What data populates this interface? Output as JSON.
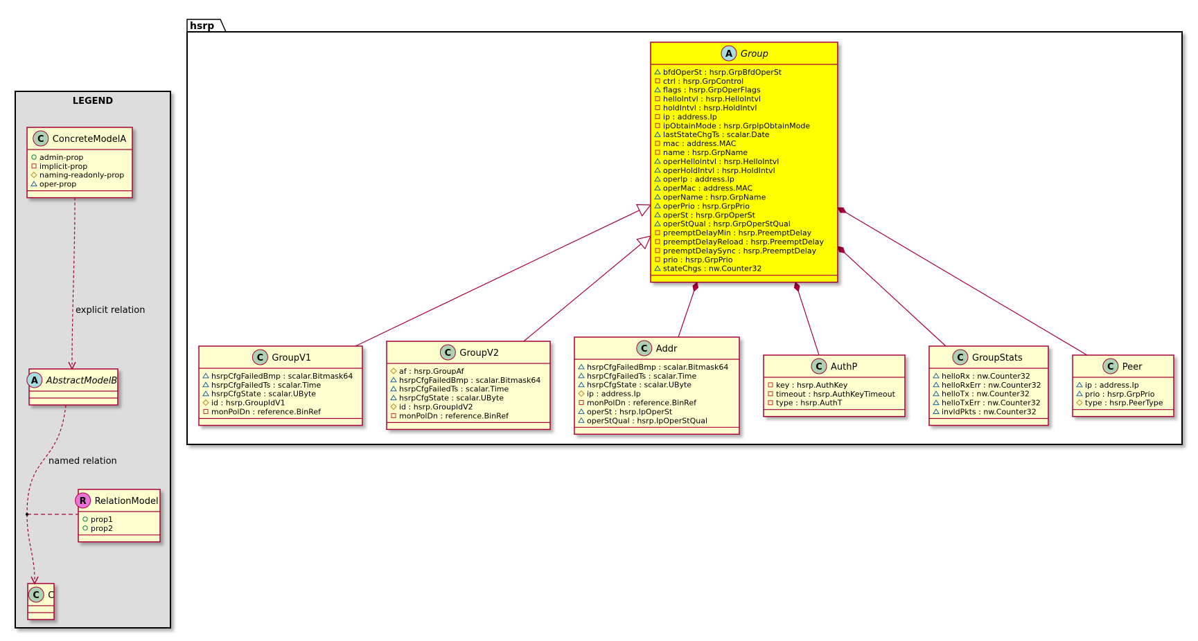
{
  "package": {
    "name": "hsrp"
  },
  "legend": {
    "title": "LEGEND",
    "classes": [
      {
        "id": "concrete",
        "stereo": "C",
        "name": "ConcreteModelA",
        "italic": false,
        "attrs": [
          {
            "vis": "+",
            "text": "admin-prop"
          },
          {
            "vis": "-",
            "text": "implicit-prop"
          },
          {
            "vis": "#",
            "text": "naming-readonly-prop"
          },
          {
            "vis": "~",
            "text": "oper-prop"
          }
        ]
      },
      {
        "id": "abstract",
        "stereo": "A",
        "name": "AbstractModelB",
        "italic": true,
        "attrs": []
      },
      {
        "id": "relmodel",
        "stereo": "R",
        "name": "RelationModel",
        "italic": false,
        "attrs": [
          {
            "vis": "+",
            "text": "prop1"
          },
          {
            "vis": "+",
            "text": "prop2"
          }
        ]
      },
      {
        "id": "c",
        "stereo": "C",
        "name": "C",
        "italic": false,
        "attrs": []
      }
    ],
    "relations": {
      "explicit": "explicit relation",
      "named": "named relation"
    }
  },
  "classes": [
    {
      "id": "group",
      "stereo": "A",
      "name": "Group",
      "italic": true,
      "fill": "#ffff00",
      "attrs": [
        {
          "vis": "~",
          "text": "bfdOperSt : hsrp.GrpBfdOperSt"
        },
        {
          "vis": "-",
          "text": "ctrl : hsrp.GrpControl"
        },
        {
          "vis": "~",
          "text": "flags : hsrp.GrpOperFlags"
        },
        {
          "vis": "-",
          "text": "helloIntvl : hsrp.HelloIntvl"
        },
        {
          "vis": "-",
          "text": "holdIntvl : hsrp.HoldIntvl"
        },
        {
          "vis": "-",
          "text": "ip : address.Ip"
        },
        {
          "vis": "-",
          "text": "ipObtainMode : hsrp.GrpIpObtainMode"
        },
        {
          "vis": "~",
          "text": "lastStateChgTs : scalar.Date"
        },
        {
          "vis": "-",
          "text": "mac : address.MAC"
        },
        {
          "vis": "-",
          "text": "name : hsrp.GrpName"
        },
        {
          "vis": "~",
          "text": "operHelloIntvl : hsrp.HelloIntvl"
        },
        {
          "vis": "~",
          "text": "operHoldIntvl : hsrp.HoldIntvl"
        },
        {
          "vis": "~",
          "text": "operIp : address.Ip"
        },
        {
          "vis": "~",
          "text": "operMac : address.MAC"
        },
        {
          "vis": "~",
          "text": "operName : hsrp.GrpName"
        },
        {
          "vis": "~",
          "text": "operPrio : hsrp.GrpPrio"
        },
        {
          "vis": "~",
          "text": "operSt : hsrp.GrpOperSt"
        },
        {
          "vis": "~",
          "text": "operStQual : hsrp.GrpOperStQual"
        },
        {
          "vis": "-",
          "text": "preemptDelayMin : hsrp.PreemptDelay"
        },
        {
          "vis": "-",
          "text": "preemptDelayReload : hsrp.PreemptDelay"
        },
        {
          "vis": "-",
          "text": "preemptDelaySync : hsrp.PreemptDelay"
        },
        {
          "vis": "-",
          "text": "prio : hsrp.GrpPrio"
        },
        {
          "vis": "~",
          "text": "stateChgs : nw.Counter32"
        }
      ]
    },
    {
      "id": "groupv1",
      "stereo": "C",
      "name": "GroupV1",
      "italic": false,
      "fill": "#fefece",
      "attrs": [
        {
          "vis": "~",
          "text": "hsrpCfgFailedBmp : scalar.Bitmask64"
        },
        {
          "vis": "~",
          "text": "hsrpCfgFailedTs : scalar.Time"
        },
        {
          "vis": "~",
          "text": "hsrpCfgState : scalar.UByte"
        },
        {
          "vis": "#",
          "text": "id : hsrp.GroupIdV1"
        },
        {
          "vis": "-",
          "text": "monPolDn : reference.BinRef"
        }
      ]
    },
    {
      "id": "groupv2",
      "stereo": "C",
      "name": "GroupV2",
      "italic": false,
      "fill": "#fefece",
      "attrs": [
        {
          "vis": "#",
          "text": "af : hsrp.GroupAf"
        },
        {
          "vis": "~",
          "text": "hsrpCfgFailedBmp : scalar.Bitmask64"
        },
        {
          "vis": "~",
          "text": "hsrpCfgFailedTs : scalar.Time"
        },
        {
          "vis": "~",
          "text": "hsrpCfgState : scalar.UByte"
        },
        {
          "vis": "#",
          "text": "id : hsrp.GroupIdV2"
        },
        {
          "vis": "-",
          "text": "monPolDn : reference.BinRef"
        }
      ]
    },
    {
      "id": "addr",
      "stereo": "C",
      "name": "Addr",
      "italic": false,
      "fill": "#fefece",
      "attrs": [
        {
          "vis": "~",
          "text": "hsrpCfgFailedBmp : scalar.Bitmask64"
        },
        {
          "vis": "~",
          "text": "hsrpCfgFailedTs : scalar.Time"
        },
        {
          "vis": "~",
          "text": "hsrpCfgState : scalar.UByte"
        },
        {
          "vis": "#",
          "text": "ip : address.Ip"
        },
        {
          "vis": "-",
          "text": "monPolDn : reference.BinRef"
        },
        {
          "vis": "~",
          "text": "operSt : hsrp.IpOperSt"
        },
        {
          "vis": "~",
          "text": "operStQual : hsrp.IpOperStQual"
        }
      ]
    },
    {
      "id": "authp",
      "stereo": "C",
      "name": "AuthP",
      "italic": false,
      "fill": "#fefece",
      "attrs": [
        {
          "vis": "-",
          "text": "key : hsrp.AuthKey"
        },
        {
          "vis": "-",
          "text": "timeout : hsrp.AuthKeyTimeout"
        },
        {
          "vis": "-",
          "text": "type : hsrp.AuthT"
        }
      ]
    },
    {
      "id": "groupstats",
      "stereo": "C",
      "name": "GroupStats",
      "italic": false,
      "fill": "#fefece",
      "attrs": [
        {
          "vis": "~",
          "text": "helloRx : nw.Counter32"
        },
        {
          "vis": "~",
          "text": "helloRxErr : nw.Counter32"
        },
        {
          "vis": "~",
          "text": "helloTx : nw.Counter32"
        },
        {
          "vis": "~",
          "text": "helloTxErr : nw.Counter32"
        },
        {
          "vis": "~",
          "text": "invldPkts : nw.Counter32"
        }
      ]
    },
    {
      "id": "peer",
      "stereo": "C",
      "name": "Peer",
      "italic": false,
      "fill": "#fefece",
      "attrs": [
        {
          "vis": "~",
          "text": "ip : address.Ip"
        },
        {
          "vis": "~",
          "text": "prio : hsrp.GrpPrio"
        },
        {
          "vis": "#",
          "text": "type : hsrp.PeerType"
        }
      ]
    }
  ],
  "relations": [
    {
      "kind": "inheritance",
      "from": "groupv1",
      "to": "group"
    },
    {
      "kind": "inheritance",
      "from": "groupv2",
      "to": "group"
    },
    {
      "kind": "composition",
      "from": "group",
      "to": "addr"
    },
    {
      "kind": "composition",
      "from": "group",
      "to": "authp"
    },
    {
      "kind": "composition",
      "from": "group",
      "to": "groupstats"
    },
    {
      "kind": "composition",
      "from": "group",
      "to": "peer"
    }
  ],
  "colors": {
    "border": "#a80036",
    "class_fill": "#fefece",
    "legend_bg": "#dddddd",
    "stereo_C": "#add1b2",
    "stereo_A": "#a9dcdf",
    "stereo_R": "#ea73d6"
  }
}
